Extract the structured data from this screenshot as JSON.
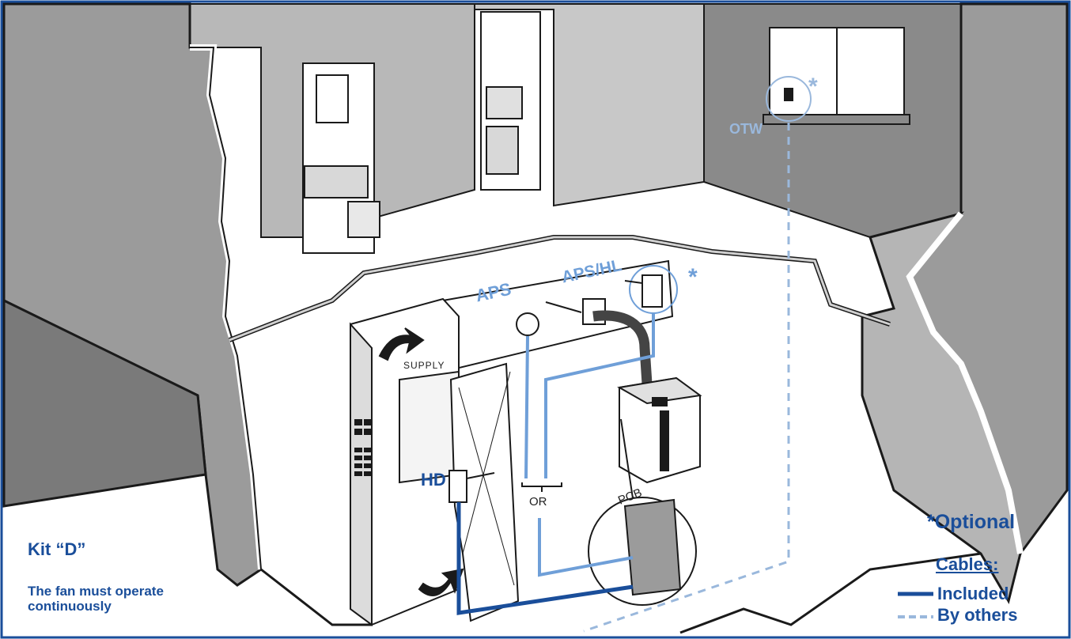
{
  "kit_title": "Kit “D”",
  "fan_note": "The fan must operate continuously",
  "optional": {
    "marker": "*",
    "label": "*Optional"
  },
  "legend": {
    "heading": "Cables:",
    "included": "Included",
    "by_others": "By others",
    "included_color": "#1a4e9a",
    "by_others_color": "#9ab8dc"
  },
  "labels": {
    "aps": "APS",
    "aps_hl": "APS/HL",
    "otw": "OTW",
    "hd": "HD",
    "or": "OR",
    "pcb": "PCB",
    "supply": "SUPPLY"
  },
  "colors": {
    "wall": "#9b9b9b",
    "wall_dark": "#7a7a7a",
    "outline": "#1a1a1a",
    "frame": "#1a4e9a",
    "cable_light": "#6f9fd8"
  }
}
